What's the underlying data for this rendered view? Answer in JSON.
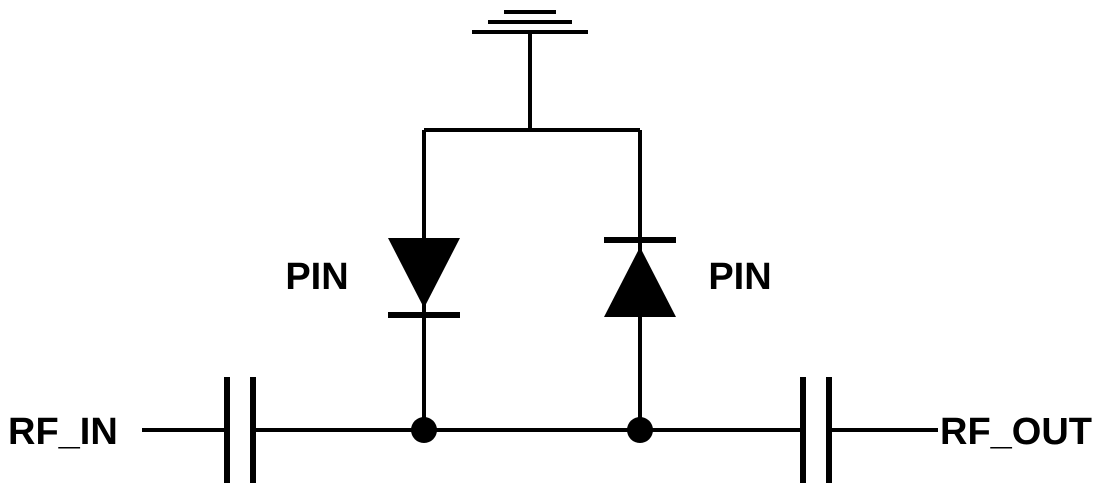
{
  "diagram": {
    "type": "circuit-schematic",
    "labels": {
      "rf_in": "RF_IN",
      "rf_out": "RF_OUT",
      "pin_left": "PIN",
      "pin_right": "PIN"
    },
    "colors": {
      "line": "#000000",
      "background": "#ffffff"
    },
    "components": [
      "earth-ground",
      "pin-diode-cathode-down",
      "pin-diode-cathode-up",
      "dc-block-capacitor-input",
      "dc-block-capacitor-output",
      "junction-node-left",
      "junction-node-right"
    ]
  }
}
